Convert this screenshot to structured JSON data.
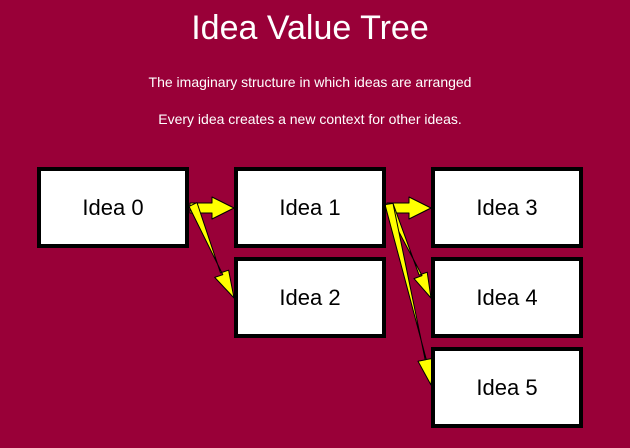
{
  "title": "Idea Value Tree",
  "subtitles": [
    "The imaginary structure in which ideas are arranged",
    "Every idea creates a new context for other ideas."
  ],
  "nodes": [
    "Idea 0",
    "Idea 1",
    "Idea 2",
    "Idea 3",
    "Idea 4",
    "Idea 5"
  ],
  "colors": {
    "background": "#990038",
    "arrow": "#ffff00",
    "node_fill": "#ffffff",
    "node_border": "#000000"
  }
}
